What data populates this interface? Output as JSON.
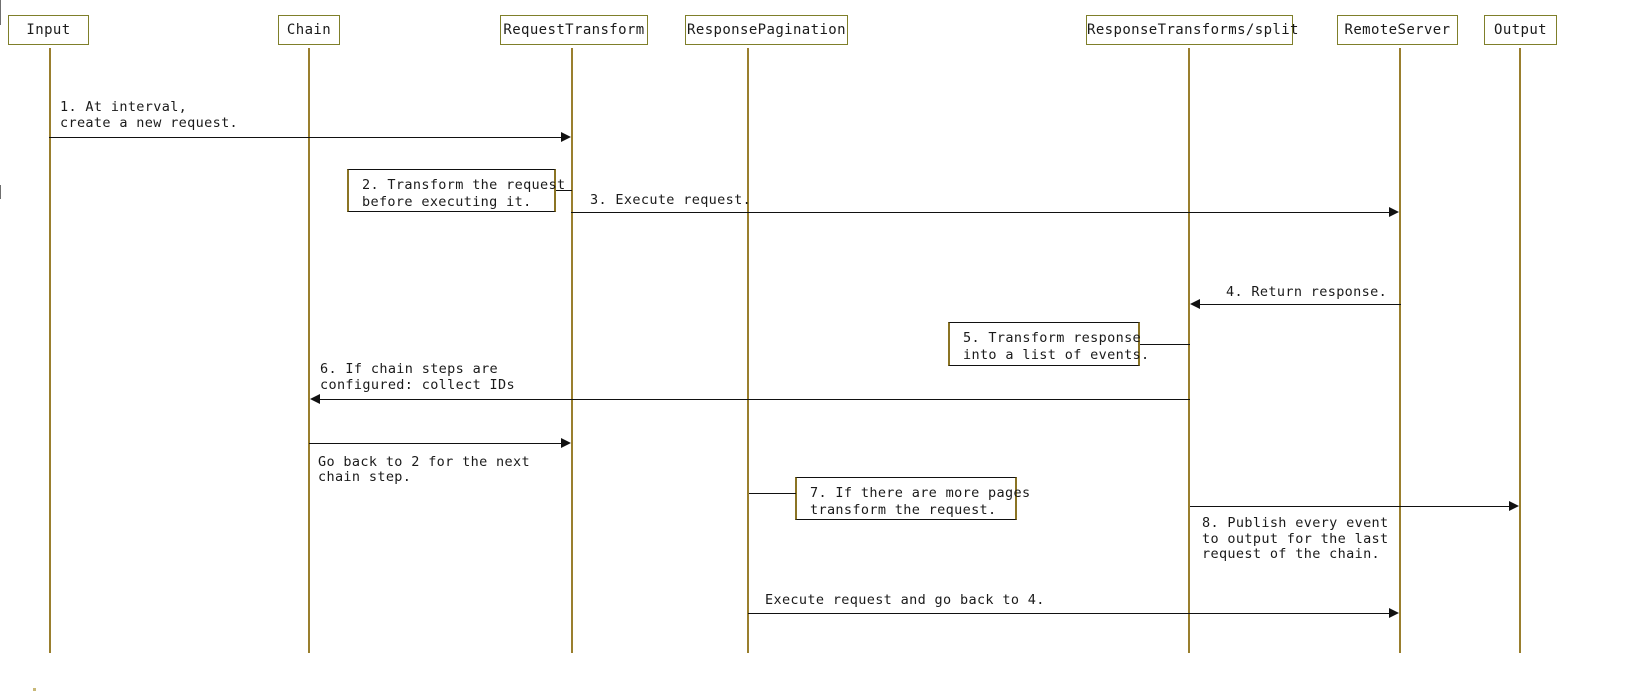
{
  "diagram": {
    "title": "Sequence diagram",
    "type": "sequence-diagram",
    "participants": [
      {
        "id": "input",
        "label": "Input"
      },
      {
        "id": "chain",
        "label": "Chain"
      },
      {
        "id": "request-transform",
        "label": "RequestTransform"
      },
      {
        "id": "response-pagination",
        "label": "ResponsePagination"
      },
      {
        "id": "response-transforms-split",
        "label": "ResponseTransforms/split"
      },
      {
        "id": "remote-server",
        "label": "RemoteServer"
      },
      {
        "id": "output",
        "label": "Output"
      }
    ],
    "messages": [
      {
        "id": "m1",
        "number": "1",
        "label": "1. At interval,\ncreate a new request.",
        "from": "input",
        "to": "request-transform",
        "direction": "right"
      },
      {
        "id": "m3",
        "number": "3",
        "label": "3. Execute request.",
        "from": "request-transform",
        "to": "remote-server",
        "direction": "right"
      },
      {
        "id": "m4",
        "number": "4",
        "label": "4. Return response.",
        "from": "remote-server",
        "to": "response-transforms-split",
        "direction": "left"
      },
      {
        "id": "m6",
        "number": "6",
        "label": "6. If chain steps are\nconfigured: collect IDs",
        "from": "response-transforms-split",
        "to": "chain",
        "direction": "left"
      },
      {
        "id": "m-goback",
        "number": "",
        "label": "Go back to 2 for the next\nchain step.",
        "from": "chain",
        "to": "request-transform",
        "direction": "right"
      },
      {
        "id": "m8",
        "number": "8",
        "label": "8. Publish every event\nto output for the last\nrequest of the chain.",
        "from": "response-transforms-split",
        "to": "output",
        "direction": "right"
      },
      {
        "id": "m-execute-again",
        "number": "",
        "label": "Execute request and go back to 4.",
        "from": "response-pagination",
        "to": "remote-server",
        "direction": "right"
      }
    ],
    "notes": [
      {
        "id": "n2",
        "number": "2",
        "text": "2. Transform the request\nbefore executing it.",
        "attached_to": "request-transform"
      },
      {
        "id": "n5",
        "number": "5",
        "text": "5. Transform response\ninto a list of events.",
        "attached_to": "response-transforms-split"
      },
      {
        "id": "n7",
        "number": "7",
        "text": "7. If there are more pages\ntransform the request.",
        "attached_to": "response-pagination"
      }
    ],
    "message_label_lines": {
      "m1_line1": "1. At interval,",
      "m1_line2": "create a new request.",
      "m3_line1": "3. Execute request.",
      "m4_line1": "4. Return response.",
      "m6_line1": "6. If chain steps are",
      "m6_line2": "configured: collect IDs",
      "goback_line1": "Go back to 2 for the next",
      "goback_line2": "chain step.",
      "m8_line1": "8. Publish every event",
      "m8_line2": "to output for the last",
      "m8_line3": "request of the chain.",
      "execute_again_line1": "Execute request and go back to 4."
    },
    "note_text_lines": {
      "n2_line1": "2. Transform the request",
      "n2_line2": "before executing it.",
      "n5_line1": "5. Transform response",
      "n5_line2": "into a list of events.",
      "n7_line1": "7. If there are more pages",
      "n7_line2": "transform the request."
    },
    "colors": {
      "lifeline": "#9a7f2e",
      "participant_border": "#7f7f2a",
      "note_side_border": "#8b7424",
      "arrow": "#111111",
      "text": "#1a1a1a",
      "background": "#ffffff"
    }
  }
}
